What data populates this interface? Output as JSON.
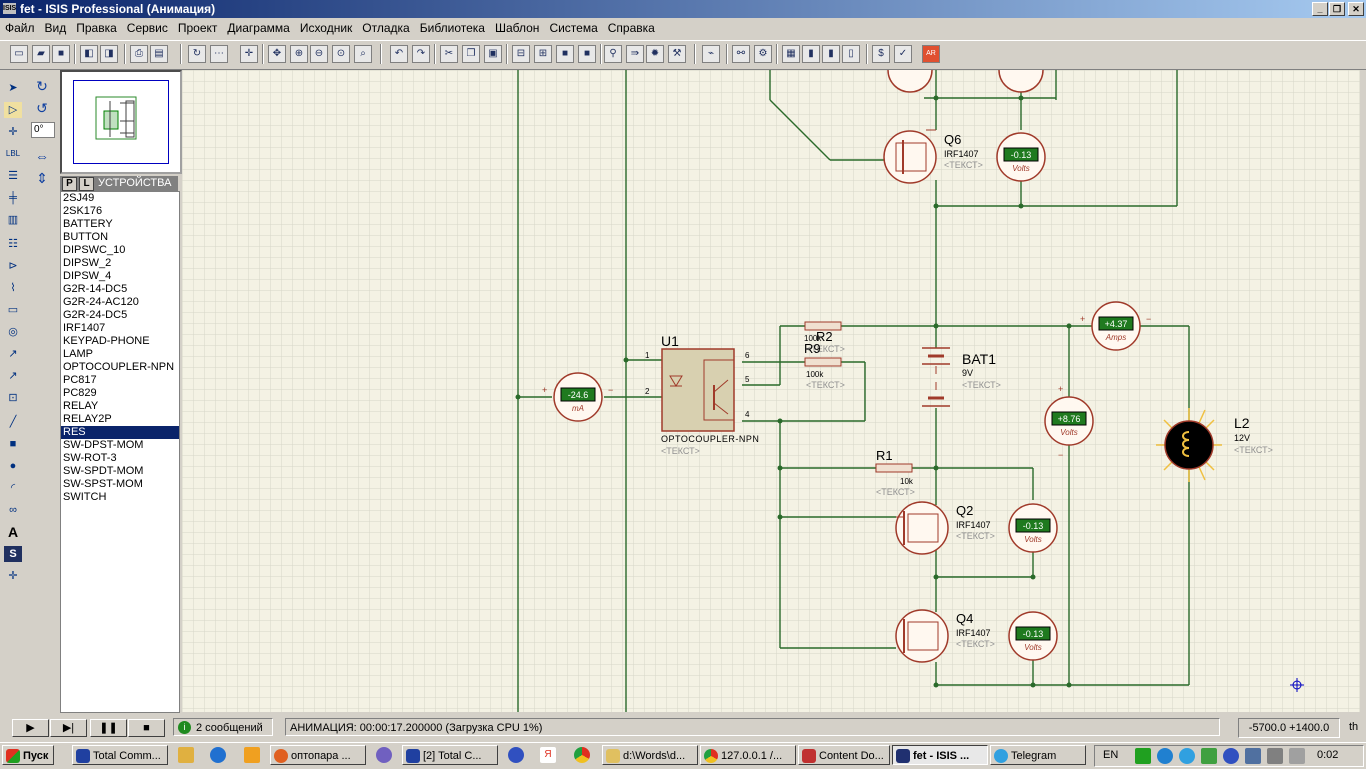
{
  "window": {
    "logo": "ISIS",
    "title": "fet - ISIS Professional (Анимация)",
    "minimize": "_",
    "restore": "❐",
    "close": "✕"
  },
  "menu": [
    "Файл",
    "Вид",
    "Правка",
    "Сервис",
    "Проект",
    "Диаграмма",
    "Исходник",
    "Отладка",
    "Библиотека",
    "Шаблон",
    "Система",
    "Справка"
  ],
  "rotation": {
    "angle": "0°"
  },
  "devices": {
    "tab_p": "P",
    "tab_l": "L",
    "header": "УСТРОЙСТВА",
    "items": [
      "2SJ49",
      "2SK176",
      "BATTERY",
      "BUTTON",
      "DIPSWC_10",
      "DIPSW_2",
      "DIPSW_4",
      "G2R-14-DC5",
      "G2R-24-AC120",
      "G2R-24-DC5",
      "IRF1407",
      "KEYPAD-PHONE",
      "LAMP",
      "OPTOCOUPLER-NPN",
      "PC817",
      "PC829",
      "RELAY",
      "RELAY2P",
      "RES",
      "SW-DPST-MOM",
      "SW-ROT-3",
      "SW-SPDT-MOM",
      "SW-SPST-MOM",
      "SWITCH"
    ],
    "selected": "RES"
  },
  "schematic": {
    "placeholder": "<ТЕКСТ>",
    "u1": {
      "ref": "U1",
      "part": "OPTOCOUPLER-NPN",
      "pins": [
        "1",
        "2",
        "6",
        "5",
        "4"
      ]
    },
    "r2": {
      "ref": "R2",
      "value": "100k"
    },
    "r9": {
      "ref": "R9",
      "value": "100k"
    },
    "r1": {
      "ref": "R1",
      "value": "10k"
    },
    "bat1": {
      "ref": "BAT1",
      "value": "9V"
    },
    "l2": {
      "ref": "L2",
      "value": "12V"
    },
    "q6": {
      "ref": "Q6",
      "part": "IRF1407"
    },
    "q2": {
      "ref": "Q2",
      "part": "IRF1407"
    },
    "q4": {
      "ref": "Q4",
      "part": "IRF1407"
    },
    "meter_ma": {
      "value": "-24.6",
      "unit": "mA"
    },
    "meter_amps": {
      "value": "+4.37",
      "unit": "Amps"
    },
    "meter_bat": {
      "value": "+8.76",
      "unit": "Volts"
    },
    "meter_q6": {
      "value": "-0.13",
      "unit": "Volts"
    },
    "meter_q2": {
      "value": "-0.13",
      "unit": "Volts"
    },
    "meter_q4": {
      "value": "-0.13",
      "unit": "Volts"
    },
    "plus": "+",
    "minus": "−"
  },
  "status": {
    "messages": "2 сообщений",
    "animation": "АНИМАЦИЯ: 00:00:17.200000 (Загрузка CPU 1%)",
    "coords": "-5700.0   +1400.0",
    "units": "th"
  },
  "taskbar": {
    "start": "Пуск",
    "buttons": [
      "Total Comm...",
      "оптопара ...",
      "[2] Total C...",
      "d:\\Words\\d...",
      "127.0.0.1 /...",
      "Content Do...",
      "fet - ISIS ...",
      "Telegram"
    ],
    "lang": "EN",
    "clock": "0:02"
  },
  "colors": {
    "canvas": "#f4f2e4",
    "grid": "#d8d8cc",
    "wire": "#2a6a2a",
    "component": "#a03a2a",
    "lcd": "#1f7a1f"
  }
}
